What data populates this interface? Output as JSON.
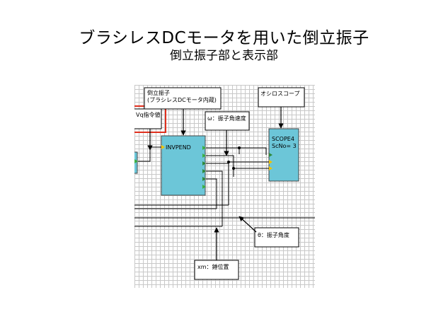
{
  "slide": {
    "title": "ブラシレスDCモータを用いた倒立振子",
    "subtitle": "倒立振子部と表示部"
  },
  "diagram": {
    "annotation_invpend_line1": "倒立振子",
    "annotation_invpend_line2": "(ブラシレスDCモータ内蔵)",
    "annotation_scope": "オシロスコープ",
    "annotation_vq": "Vq指令値",
    "annotation_omega": "ω：振子角速度",
    "annotation_theta": "θ：振子角度",
    "annotation_xm": "xm：錘位置",
    "block_invpend_label": "INVPEND",
    "block_scope_line1": "SCOPE4",
    "block_scope_line2": "ScNo= 3",
    "colors": {
      "block_fill": "#6cc6d8",
      "grid": "#c8c8c8",
      "highlight_border": "#e0301e",
      "port_green": "#3cb043",
      "port_yellow": "#f2c200"
    }
  }
}
